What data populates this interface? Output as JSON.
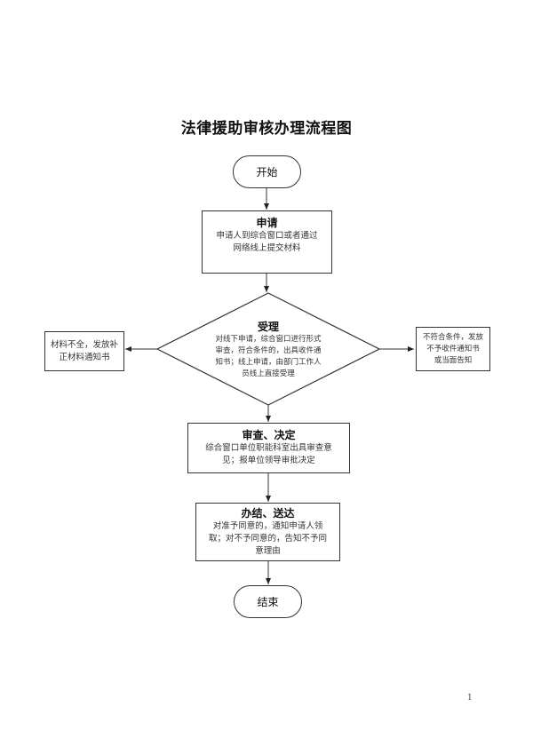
{
  "title": "法律援助审核办理流程图",
  "nodes": {
    "start": {
      "label": "开始"
    },
    "apply": {
      "title": "申请",
      "body": [
        "申请人到综合窗口或者通过",
        "网络线上提交材料"
      ]
    },
    "accept": {
      "title": "受理",
      "body": [
        "对线下申请，综合窗口进行形式",
        "审查，符合条件的，出具收件通",
        "知书；线上申请，由部门工作人",
        "员线上直接受理"
      ]
    },
    "incomplete": {
      "body": [
        "材料不全，发放补",
        "正材料通知书"
      ]
    },
    "reject": {
      "body": [
        "不符合条件，发放",
        "不予收件通知书",
        "或当面告知"
      ]
    },
    "review": {
      "title": "审查、决定",
      "body": [
        "综合窗口单位职能科室出具审查意",
        "见；报单位领导审批决定"
      ]
    },
    "complete": {
      "title": "办结、送达",
      "body": [
        "对准予同意的，通知申请人领",
        "取；对不予同意的，告知不予同",
        "意理由"
      ]
    },
    "end": {
      "label": "结束"
    }
  },
  "page_number": "1",
  "colors": {
    "stroke": "#333333",
    "text": "#222222"
  }
}
